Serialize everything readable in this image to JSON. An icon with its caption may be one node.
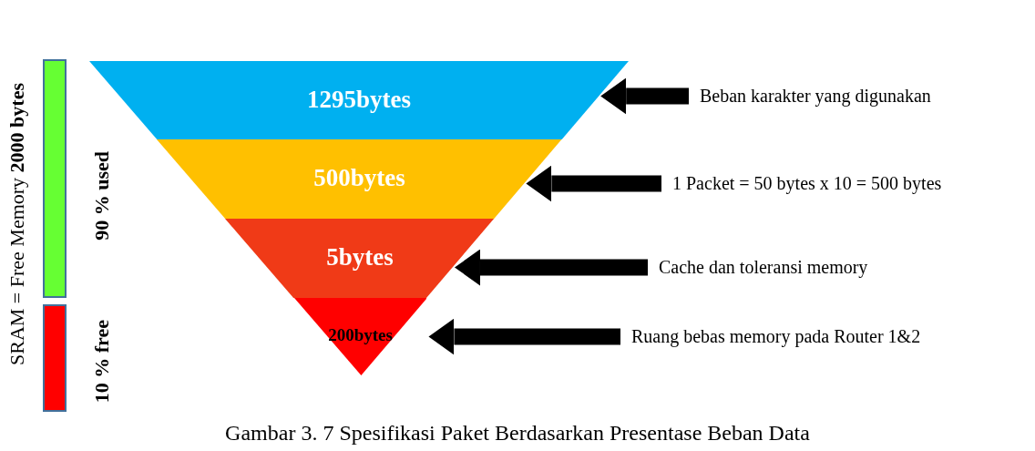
{
  "diagram": {
    "caption": "Gambar 3. 7 Spesifikasi Paket Berdasarkan Presentase Beban Data",
    "nodes": [
      {
        "text": [
          "1295bytes"
        ]
      },
      {
        "text": [
          "500bytes"
        ]
      },
      {
        "text": [
          "5bytes"
        ]
      },
      {
        "text": [
          "200bytes"
        ]
      },
      {
        "text": [
          "Beban karakter yang digunakan"
        ]
      },
      {
        "text": [
          "1 Packet = 50 bytes x 10 = 500 bytes"
        ]
      },
      {
        "text": [
          "Cache dan toleransi memory"
        ]
      },
      {
        "text": [
          "Ruang bebas memory pada Router 1&2"
        ]
      },
      {
        "text": [],
        "shape": "bar"
      },
      {
        "text": [],
        "shape": "bar"
      }
    ],
    "edges": [
      {
        "from": 4,
        "to": 0,
        "arrow": "to"
      },
      {
        "from": 5,
        "to": 1,
        "arrow": "to"
      },
      {
        "from": 6,
        "to": 2,
        "arrow": "to"
      },
      {
        "from": 7,
        "to": 3,
        "arrow": "to"
      }
    ],
    "labels": [
      "SRAM = Free Memory **2000 bytes**",
      "90 % used",
      "10 % free"
    ]
  }
}
